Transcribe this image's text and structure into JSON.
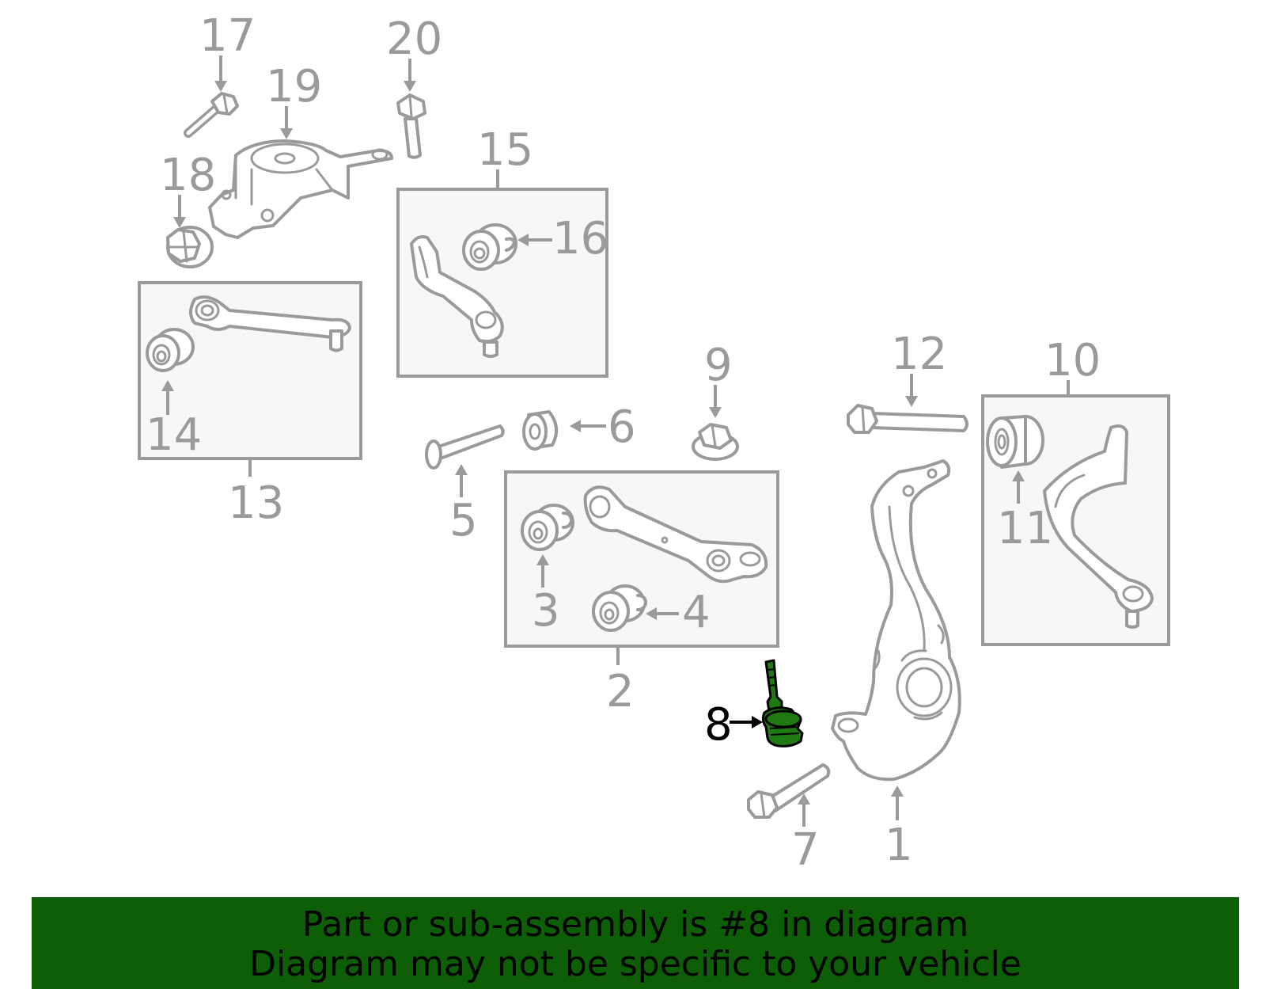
{
  "callouts": {
    "c1": "1",
    "c2": "2",
    "c3": "3",
    "c4": "4",
    "c5": "5",
    "c6": "6",
    "c7": "7",
    "c8": "8",
    "c9": "9",
    "c10": "10",
    "c11": "11",
    "c12": "12",
    "c13": "13",
    "c14": "14",
    "c15": "15",
    "c16": "16",
    "c17": "17",
    "c18": "18",
    "c19": "19",
    "c20": "20"
  },
  "banner": {
    "line1": "Part or sub-assembly is #8 in diagram",
    "line2": "Diagram may not be specific to your vehicle"
  },
  "colors": {
    "highlight_part": "#1f7a12",
    "banner_background": "#0e5e08",
    "line_gray": "#9a9a9a"
  }
}
